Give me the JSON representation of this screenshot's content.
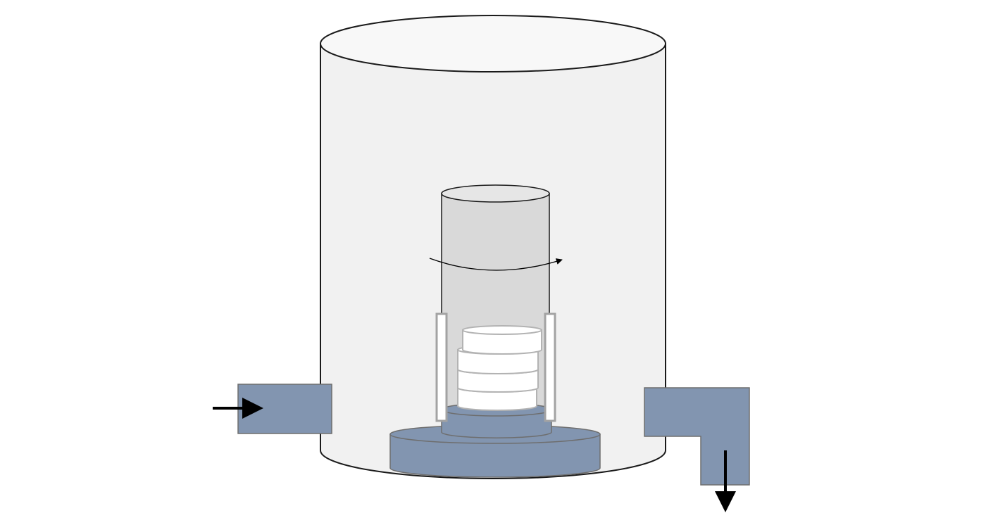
{
  "colors": {
    "background": "#ffffff",
    "outer_vessel_fill": "#f1f1f1",
    "outer_vessel_top": "#f8f8f8",
    "outline": "#1a1a1a",
    "inner_cylinder_fill": "#d9d9d9",
    "inner_cylinder_top": "#e6e6e6",
    "pipe_fill": "#8295b0",
    "pipe_stroke": "#6e6e6e",
    "holder_stroke": "#a3a3a3",
    "disc_fill": "#ffffff",
    "disc_stroke": "#b3b3b3",
    "arrow": "#000000"
  },
  "diagram": {
    "components": [
      "outer-vessel",
      "inlet-pipe",
      "outlet-pipe",
      "base-platform",
      "inner-rotating-cylinder",
      "sample-holder",
      "sample-disc-stack"
    ],
    "icons": {
      "inlet_arrow": "arrow-right-icon",
      "outlet_arrow": "arrow-down-icon",
      "rotation_arrow": "rotation-arrow-icon"
    },
    "disc_count": 4
  }
}
